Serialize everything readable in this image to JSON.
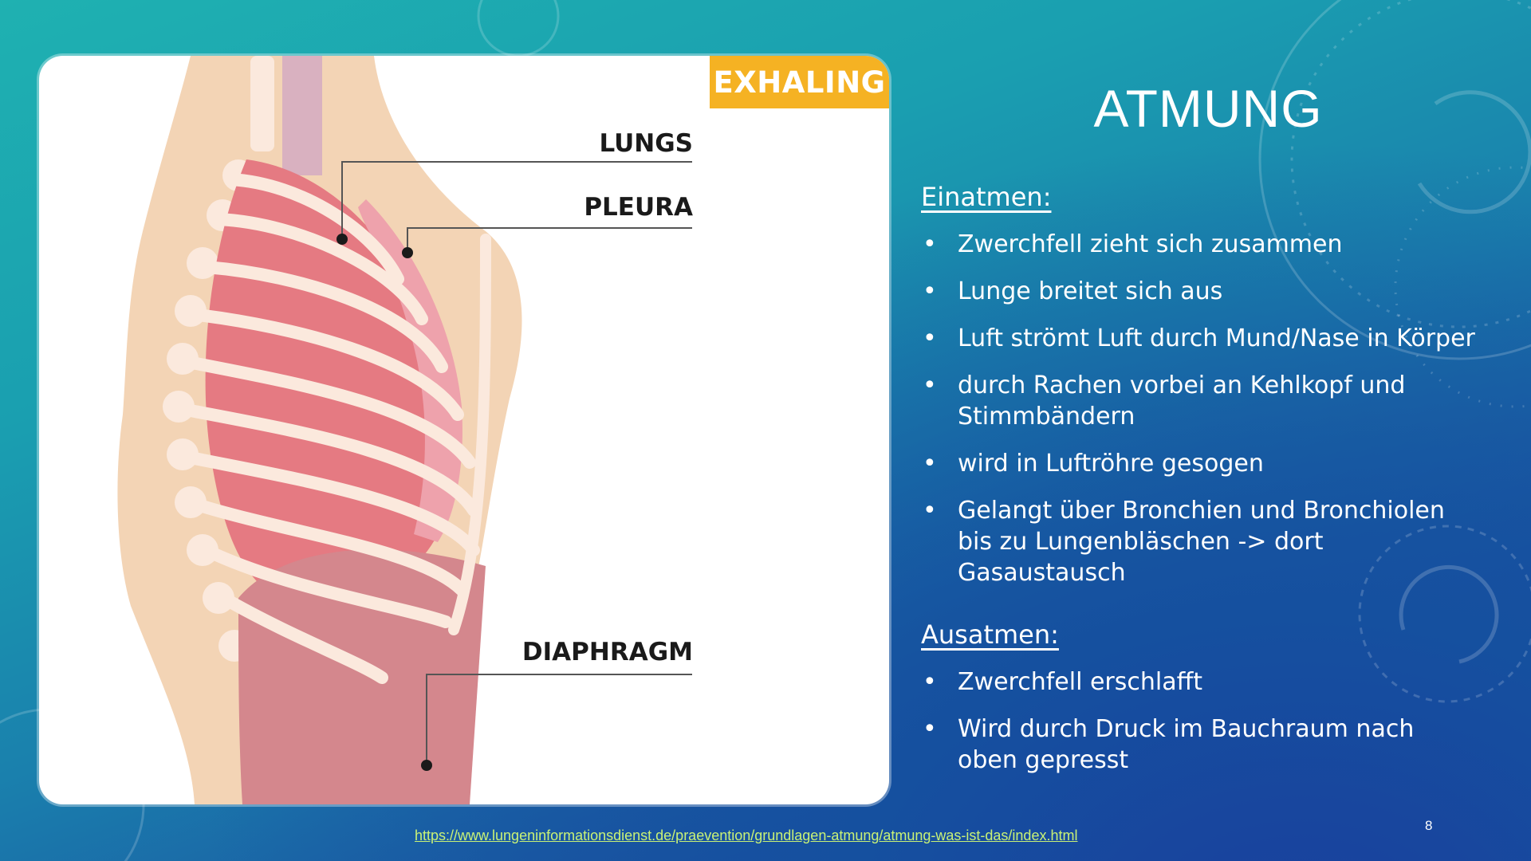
{
  "slide": {
    "title": "ATMUNG",
    "page_number": "8",
    "source_link": "https://www.lungeninformationsdienst.de/praevention/grundlagen-atmung/atmung-was-ist-das/index.html"
  },
  "illustration": {
    "banner": "EXHALING",
    "labels": {
      "lungs": "LUNGS",
      "pleura": "PLEURA",
      "diaphragm": "DIAPHRAGM"
    }
  },
  "inhale": {
    "heading": "Einatmen:",
    "items": [
      "Zwerchfell zieht sich zusammen",
      "Lunge breitet sich aus",
      "Luft strömt Luft durch Mund/Nase in Körper",
      "durch Rachen vorbei an Kehlkopf und Stimmbändern",
      "wird in Luftröhre gesogen",
      "Gelangt über Bronchien und Bronchiolen bis zu Lungenbläschen -> dort Gasaustausch"
    ]
  },
  "exhale": {
    "heading": "Ausatmen:",
    "items": [
      "Zwerchfell erschlafft",
      "Wird durch Druck im Bauchraum nach oben gepresst"
    ]
  },
  "colors": {
    "banner": "#f5b223",
    "link": "#c9f276",
    "lung": "#e57a82",
    "skin": "#f3d4b5"
  }
}
